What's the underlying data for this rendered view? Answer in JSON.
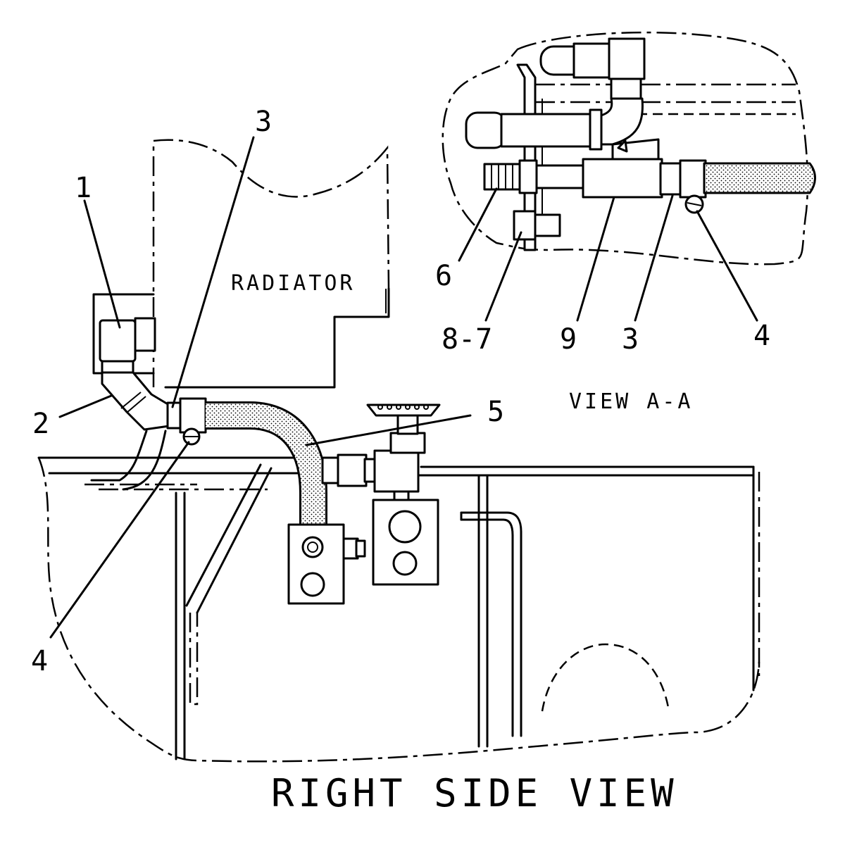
{
  "view_a": {
    "callouts": [
      "6",
      "8-7",
      "9",
      "3",
      "4"
    ],
    "caption": "VIEW A-A"
  },
  "side_view": {
    "radiator_label": "RADIATOR",
    "callouts": [
      "1",
      "2",
      "3",
      "4",
      "5"
    ],
    "caption": "RIGHT SIDE VIEW"
  }
}
